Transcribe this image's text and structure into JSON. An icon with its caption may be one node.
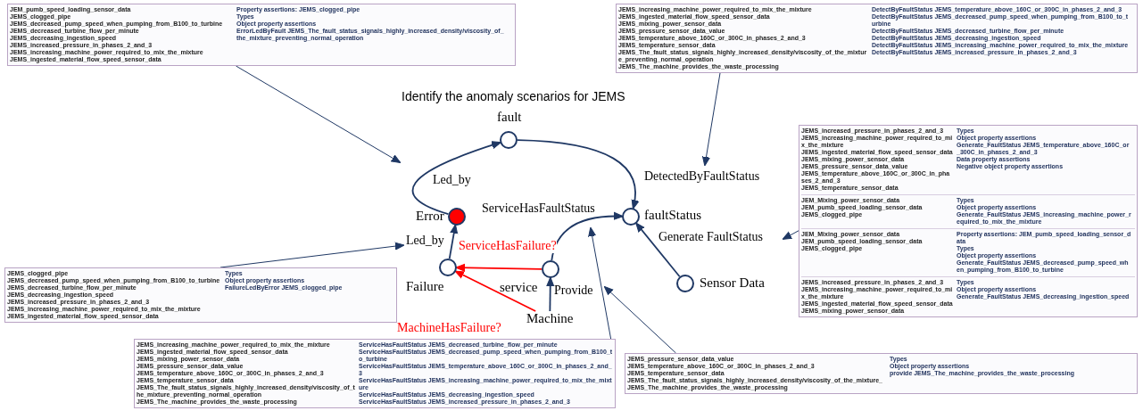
{
  "diagram": {
    "title": "Identify the anomaly scenarios for JEMS",
    "nodes": [
      {
        "text": [
          "JEM_pumb_speed_loading_sensor_data",
          "JEMS_clogged_pipe",
          "JEMS_decreased_pump_speed_when_pumping_from_B100_to_turbine",
          "JEMS_decreased_turbine_flow_per_minute",
          "JEMS_decreasing_ingestion_speed",
          "JEMS_increased_pressure_in_phases_2_and_3",
          "JEMS_increasing_machine_power_required_to_mix_the_mixture",
          "JEMS_ingested_material_flow_speed_sensor_data",
          "Property assertions: JEMS_clogged_pipe",
          "Types",
          "Object property assertions",
          "ErrorLedByFault JEMS_The_fault_status_signals_highly_increased_density/viscosity_of_the_mixture_preventing_normal_operation"
        ]
      },
      {
        "text": [
          "JEMS_increasing_machine_power_required_to_mix_the_mixture",
          "JEMS_ingested_material_flow_speed_sensor_data",
          "JEMS_mixing_power_sensor_data",
          "JEMS_pressure_sensor_data_value",
          "JEMS_temperature_above_160C_or_300C_in_phases_2_and_3",
          "JEMS_temperature_sensor_data",
          "JEMS_The_fault_status_signals_highly_increased_density/viscosity_of_the_mixture_preventing_normal_operation",
          "JEMS_The_machine_provides_the_waste_processing",
          "DetectByFaultStatus JEMS_temperature_above_160C_or_300C_in_phases_2_and_3",
          "DetectByFaultStatus JEMS_decreased_pump_speed_when_pumping_from_B100_to_turbine",
          "DetectByFaultStatus JEMS_decreased_turbine_flow_per_minute",
          "DetectByFaultStatus JEMS_decreasing_ingestion_speed",
          "DetectByFaultStatus JEMS_increasing_machine_power_required_to_mix_the_mixture",
          "DetectByFaultStatus JEMS_increased_pressure_in_phases_2_and_3"
        ]
      },
      {
        "text": [],
        "shape": "circle",
        "beside": [
          "fault"
        ]
      },
      {
        "text": [
          "JEMS_increased_pressure_in_phases_2_and_3",
          "JEMS_increasing_machine_power_required_to_mix_the_mixture",
          "JEMS_ingested_material_flow_speed_sensor_data",
          "JEMS_mixing_power_sensor_data",
          "JEMS_pressure_sensor_data_value",
          "JEMS_temperature_above_160C_or_300C_in_phases_2_and_3",
          "JEMS_temperature_sensor_data",
          "Types",
          "Object property assertions",
          "Generate_FaultStatus JEMS_temperature_above_160C_or_300C_in_phases_2_and_3",
          "Data property assertions",
          "Negative object property assertions",
          "JEM_Mixing_power_sensor_data",
          "JEM_pumb_speed_loading_sensor_data",
          "JEMS_clogged_pipe",
          "Types",
          "Object property assertions",
          "Generate_FaultStatus JEMS_increasing_machine_power_required_to_mix_the_mixture",
          "JEM_Mixing_power_sensor_data",
          "JEM_pumb_speed_loading_sensor_data",
          "JEMS_clogged_pipe",
          "Property assertions: JEM_pumb_speed_loading_sensor_data",
          "Types",
          "Object property assertions",
          "Generate_FaultStatus JEMS_decreased_pump_speed_when_pumping_from_B100_to_turbine",
          "JEMS_increased_pressure_in_phases_2_and_3",
          "JEMS_increasing_machine_power_required_to_mix_the_mixture",
          "JEMS_ingested_material_flow_speed_sensor_data",
          "JEMS_mixing_power_sensor_data",
          "Types",
          "Object property assertions",
          "Generate_FaultStatus JEMS_decreasing_ingestion_speed"
        ]
      },
      {
        "text": [],
        "shape": "circle",
        "beside": [
          "Error"
        ]
      },
      {
        "text": [],
        "shape": "circle",
        "beside": [
          "faultStatus"
        ]
      },
      {
        "text": [],
        "shape": "circle",
        "beside": [
          "Failure"
        ]
      },
      {
        "text": [],
        "shape": "circle",
        "beside": [
          "service"
        ]
      },
      {
        "text": [],
        "shape": "circle",
        "beside": [
          "Sensor Data"
        ]
      },
      {
        "text": [
          "JEMS_clogged_pipe",
          "JEMS_decreased_pump_speed_when_pumping_from_B100_to_turbine",
          "JEMS_decreased_turbine_flow_per_minute",
          "JEMS_decreasing_ingestion_speed",
          "JEMS_increased_pressure_in_phases_2_and_3",
          "JEMS_increasing_machine_power_required_to_mix_the_mixture",
          "JEMS_ingested_material_flow_speed_sensor_data",
          "Types",
          "Object property assertions",
          "FailureLedByError JEMS_clogged_pipe"
        ]
      },
      {
        "text": [
          "Machine"
        ]
      },
      {
        "text": [
          "JEMS_increasing_machine_power_required_to_mix_the_mixture",
          "JEMS_ingested_material_flow_speed_sensor_data",
          "JEMS_mixing_power_sensor_data",
          "JEMS_pressure_sensor_data_value",
          "JEMS_temperature_above_160C_or_300C_in_phases_2_and_3",
          "JEMS_temperature_sensor_data",
          "JEMS_The_fault_status_signals_highly_increased_density/viscosity_of_the_mixture_preventing_normal_operation",
          "JEMS_The_machine_provides_the_waste_processing",
          "ServiceHasFaultStatus JEMS_decreased_turbine_flow_per_minute",
          "ServiceHasFaultStatus JEMS_decreased_pump_speed_when_pumping_from_B100_to_turbine",
          "ServiceHasFaultStatus JEMS_temperature_above_160C_or_300C_in_phases_2_and_3",
          "ServiceHasFaultStatus JEMS_increasing_machine_power_required_to_mix_the_mixture",
          "ServiceHasFaultStatus JEMS_decreasing_ingestion_speed",
          "ServiceHasFaultStatus JEMS_increased_pressure_in_phases_2_and_3"
        ]
      },
      {
        "text": [
          "JEMS_pressure_sensor_data_value",
          "JEMS_temperature_above_160C_or_300C_in_phases_2_and_3",
          "JEMS_temperature_sensor_data",
          "JEMS_The_fault_status_signals_highly_increased_density/viscosity_of_the_mixture_",
          "JEMS_The_machine_provides_the_waste_processing",
          "Types",
          "Object property assertions",
          "provide JEMS_The_machine_provides_the_waste_processing"
        ]
      }
    ],
    "edges": [
      {
        "from": 4,
        "to": 2,
        "arrow": "to",
        "label": "Led_by"
      },
      {
        "from": 2,
        "to": 5,
        "arrow": "to",
        "label": "DetectedByFaultStatus"
      },
      {
        "from": 6,
        "to": 4,
        "arrow": "to",
        "label": "Led_by"
      },
      {
        "from": 7,
        "to": 5,
        "arrow": "to",
        "label": "ServiceHasFaultStatus"
      },
      {
        "from": 8,
        "to": 5,
        "arrow": "to",
        "label": "Generate FaultStatus"
      },
      {
        "from": 7,
        "to": 6,
        "arrow": "to",
        "label": "ServiceHasFailure?",
        "color": "#ff0000"
      },
      {
        "from": 10,
        "to": 6,
        "arrow": "to",
        "label": "MachineHasFailure?",
        "color": "#ff0000"
      },
      {
        "from": 10,
        "to": 7,
        "arrow": "to",
        "label": "Provide"
      },
      {
        "from": 0,
        "to": null,
        "arrow": "to"
      },
      {
        "from": 1,
        "to": null,
        "arrow": "to"
      },
      {
        "from": 3,
        "to": null,
        "arrow": "to"
      },
      {
        "from": 9,
        "to": null,
        "arrow": "to"
      },
      {
        "from": 11,
        "to": null,
        "arrow": "to"
      },
      {
        "from": 12,
        "to": null,
        "arrow": "to"
      }
    ]
  }
}
